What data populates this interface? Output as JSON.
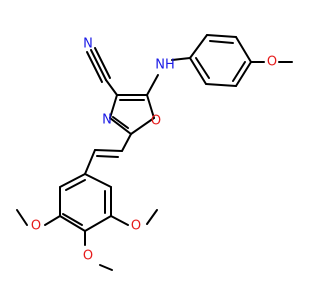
{
  "molecule": {
    "atoms": [
      {
        "id": "N_nitrile",
        "label": "N",
        "color": "#1a1ae6"
      },
      {
        "id": "NH_amine",
        "label": "NH",
        "color": "#1a1ae6"
      },
      {
        "id": "N_ring",
        "label": "N",
        "color": "#1a1ae6"
      },
      {
        "id": "O_ring",
        "label": "O",
        "color": "#e61a1a"
      },
      {
        "id": "O_methoxy_right",
        "label": "O",
        "color": "#e61a1a"
      },
      {
        "id": "O_methoxy_left",
        "label": "O",
        "color": "#e61a1a"
      },
      {
        "id": "O_methoxy_bottom",
        "label": "O",
        "color": "#e61a1a"
      },
      {
        "id": "O_methoxy_3",
        "label": "O",
        "color": "#e61a1a"
      }
    ]
  }
}
